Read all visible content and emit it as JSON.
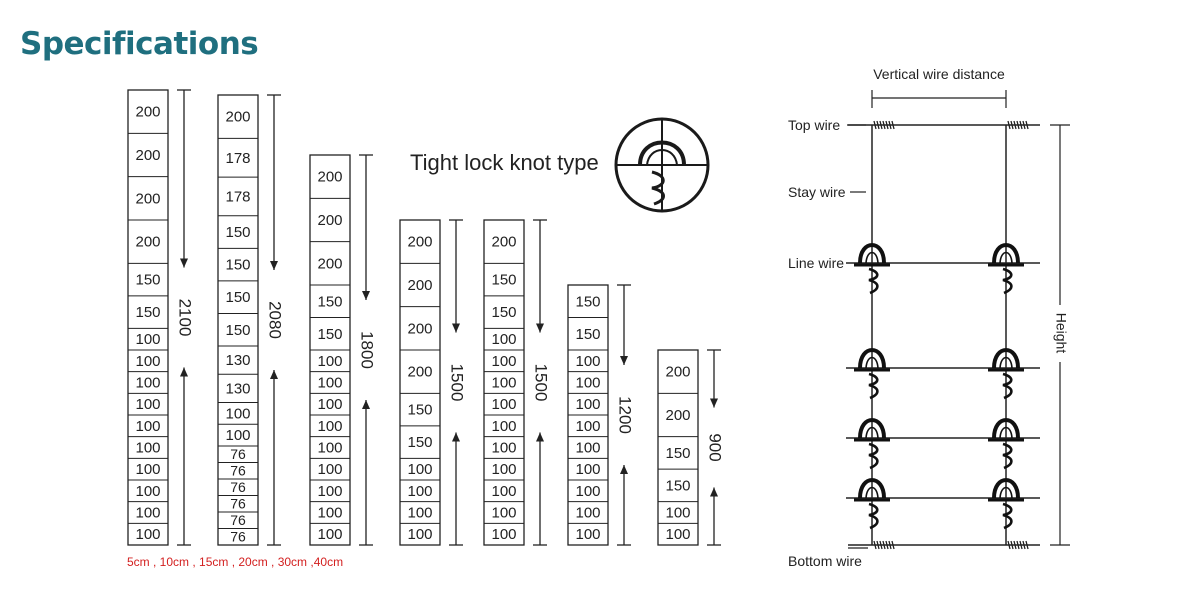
{
  "title": "Specifications",
  "knot_label": "Tight lock knot type",
  "spacing_note": "5cm , 10cm , 15cm , 20cm , 30cm ,40cm",
  "columns": [
    {
      "total": "2100",
      "cells": [
        "200",
        "200",
        "200",
        "200",
        "150",
        "150",
        "100",
        "100",
        "100",
        "100",
        "100",
        "100",
        "100",
        "100",
        "100",
        "100"
      ]
    },
    {
      "total": "2080",
      "cells": [
        "200",
        "178",
        "178",
        "150",
        "150",
        "150",
        "150",
        "130",
        "130",
        "100",
        "100",
        "76",
        "76",
        "76",
        "76",
        "76",
        "76"
      ]
    },
    {
      "total": "1800",
      "cells": [
        "200",
        "200",
        "200",
        "150",
        "150",
        "100",
        "100",
        "100",
        "100",
        "100",
        "100",
        "100",
        "100",
        "100"
      ]
    },
    {
      "total": "1500",
      "cells": [
        "200",
        "200",
        "200",
        "200",
        "150",
        "150",
        "100",
        "100",
        "100",
        "100"
      ]
    },
    {
      "total": "1500",
      "cells": [
        "200",
        "150",
        "150",
        "100",
        "100",
        "100",
        "100",
        "100",
        "100",
        "100",
        "100",
        "100",
        "100"
      ]
    },
    {
      "total": "1200",
      "cells": [
        "150",
        "150",
        "100",
        "100",
        "100",
        "100",
        "100",
        "100",
        "100",
        "100",
        "100"
      ]
    },
    {
      "total": "900",
      "cells": [
        "200",
        "200",
        "150",
        "150",
        "100",
        "100"
      ]
    }
  ],
  "diagram": {
    "vertical_wire_distance": "Vertical wire distance",
    "top_wire": "Top wire",
    "stay_wire": "Stay wire",
    "line_wire": "Line wire",
    "bottom_wire": "Bottom wire",
    "height": "Height"
  }
}
